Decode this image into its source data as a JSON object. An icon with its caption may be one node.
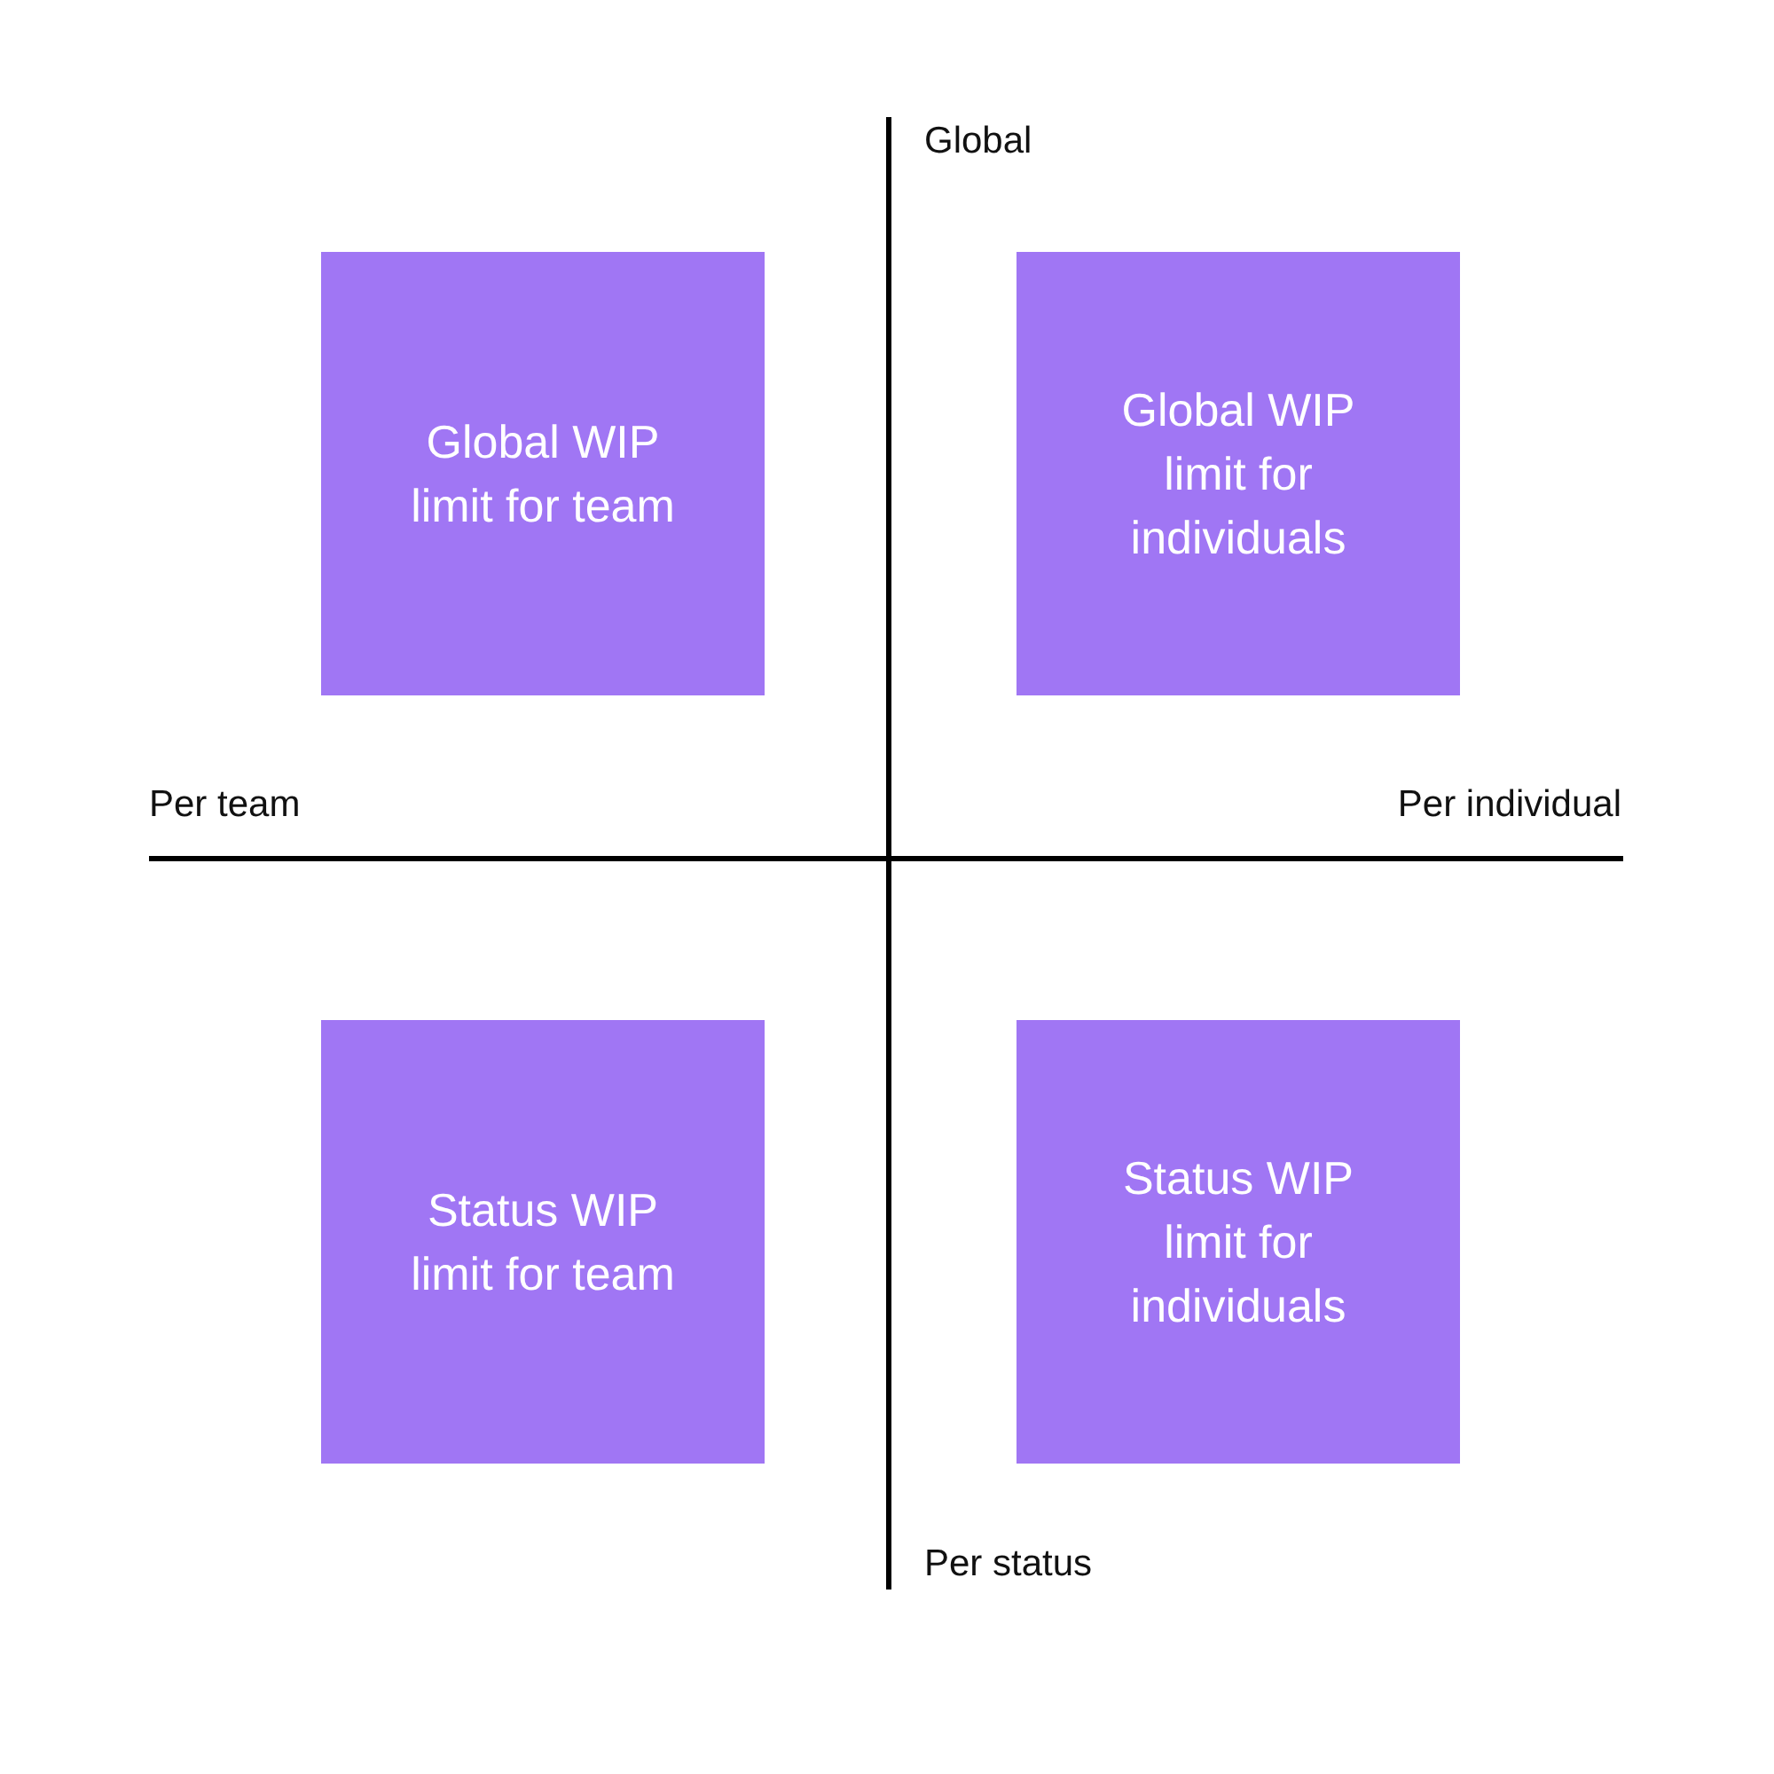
{
  "diagram": {
    "nodes": [
      {
        "text": [
          "Global WIP limit for team"
        ]
      },
      {
        "text": [
          "Global WIP limit for individuals"
        ]
      },
      {
        "text": [
          "Status WIP limit for team"
        ]
      },
      {
        "text": [
          "Status WIP limit for individuals"
        ]
      }
    ],
    "labels": [
      "Global",
      "Per team",
      "Per individual",
      "Per status"
    ]
  }
}
